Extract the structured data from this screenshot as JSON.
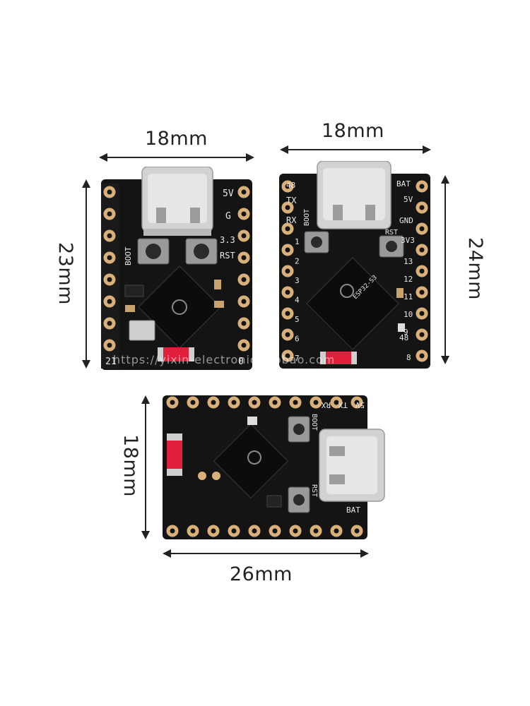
{
  "dimensions": {
    "board1_width": "18mm",
    "board1_height": "23mm",
    "board2_width": "18mm",
    "board2_height": "24mm",
    "board3_width": "26mm",
    "board3_height": "18mm"
  },
  "board1": {
    "pin_5v": "5V",
    "pin_g": "G",
    "pin_33": "3.3",
    "btn_boot": "BOOT",
    "btn_rst": "RST",
    "pin_21": "21",
    "pin_0": "0"
  },
  "board2": {
    "pin_48": "48",
    "pin_tx": "TX",
    "pin_rx": "RX",
    "btn_boot": "BOOT",
    "btn_rst": "RST",
    "pin_bat": "BAT",
    "pin_5v": "5V",
    "pin_gnd": "GND",
    "pin_3v3": "3V3",
    "left_pins": [
      "1",
      "2",
      "3",
      "4",
      "5",
      "6",
      "7"
    ],
    "right_pins": [
      "13",
      "12",
      "11",
      "10",
      "9"
    ],
    "pin_48b": "48",
    "pin_8": "8",
    "chip_label": "ESP32-S3"
  },
  "board3": {
    "pin_rx": "RX",
    "pin_tx": "TX",
    "pin_5v": "5V",
    "btn_boot": "BOOT",
    "btn_rst": "RST",
    "pin_bat": "BAT"
  },
  "watermark": "https://yixin-electronic.taobao.com",
  "colors": {
    "pcb": "#141414",
    "gold": "#d9b07a",
    "usb": "#cfcfcf",
    "led_red": "#e0203a",
    "silk": "#e8e8e8"
  }
}
